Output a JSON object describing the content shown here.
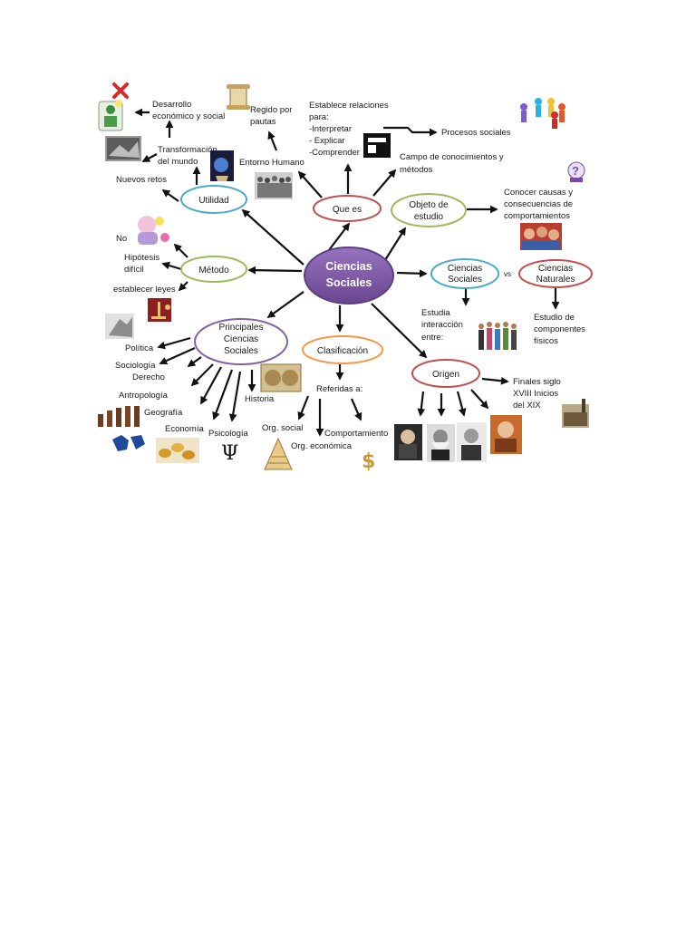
{
  "center": {
    "line1": "Ciencias",
    "line2": "Sociales"
  },
  "nodes": {
    "que_es": "Que es",
    "utilidad": "Utilidad",
    "metodo": "Método",
    "objeto": {
      "line1": "Objeto de",
      "line2": "estudio"
    },
    "principales": {
      "line1": "Principales",
      "line2": "Ciencias",
      "line3": "Sociales"
    },
    "clasificacion": "Clasificación",
    "origen": "Origen",
    "ciencias_sociales": {
      "line1": "Ciencias",
      "line2": "Sociales"
    },
    "ciencias_naturales": {
      "line1": "Ciencias",
      "line2": "Naturales"
    },
    "vs": "vs"
  },
  "labels": {
    "desarrollo": {
      "line1": "Desarrollo",
      "line2": "económico y social"
    },
    "transformacion": {
      "line1": "Transformación",
      "line2": "del mundo"
    },
    "nuevos_retos": "Nuevos retos",
    "regido": {
      "line1": "Regido por",
      "line2": "pautas"
    },
    "entorno": "Entorno Humano",
    "establece": {
      "line1": "Establece relaciones",
      "line2": "para:",
      "line3": "-Interpretar",
      "line4": "- Explicar",
      "line5": "-Comprender"
    },
    "procesos": "Procesos sociales",
    "campo": {
      "line1": "Campo de conocimientos y",
      "line2": "métodos"
    },
    "conocer": {
      "line1": "Conocer causas y",
      "line2": "consecuencias de",
      "line3": "comportamientos"
    },
    "no": "No",
    "hipotesis": {
      "line1": "Hipótesis",
      "line2": "difícil"
    },
    "establecer": "establecer leyes",
    "estudia": {
      "line1": "Estudia",
      "line2": "interacción",
      "line3": "entre:"
    },
    "estudio_comp": {
      "line1": "Estudio de",
      "line2": "componentes",
      "line3": "físicos"
    },
    "politica": "Política",
    "sociologia": "Sociología",
    "derecho": "Derecho",
    "antropologia": "Antropología",
    "geografia": "Geografía",
    "economia": "Economía",
    "psicologia": "Psicología",
    "historia": "Historia",
    "referidas": "Referidas a:",
    "org_social": "Org. social",
    "org_economica": "Org. económica",
    "comportamiento": "Comportamiento",
    "finales": {
      "line1": "Finales siglo",
      "line2": "XVIII Inicios",
      "line3": "del XIX"
    },
    "psi": "Ψ",
    "dollar": "$"
  },
  "colors": {
    "center_fill": "#7e5aa3",
    "center_stroke": "#5e3f80",
    "que_es_border": "#c0504d",
    "utilidad_border": "#4bacc6",
    "metodo_border": "#9bbb59",
    "objeto_border": "#9bbb59",
    "principales_border": "#8064a2",
    "clasificacion_border": "#f79646",
    "origen_border": "#c0504d",
    "ciencias_sociales_border": "#4bacc6",
    "ciencias_naturales_border": "#c0504d"
  }
}
